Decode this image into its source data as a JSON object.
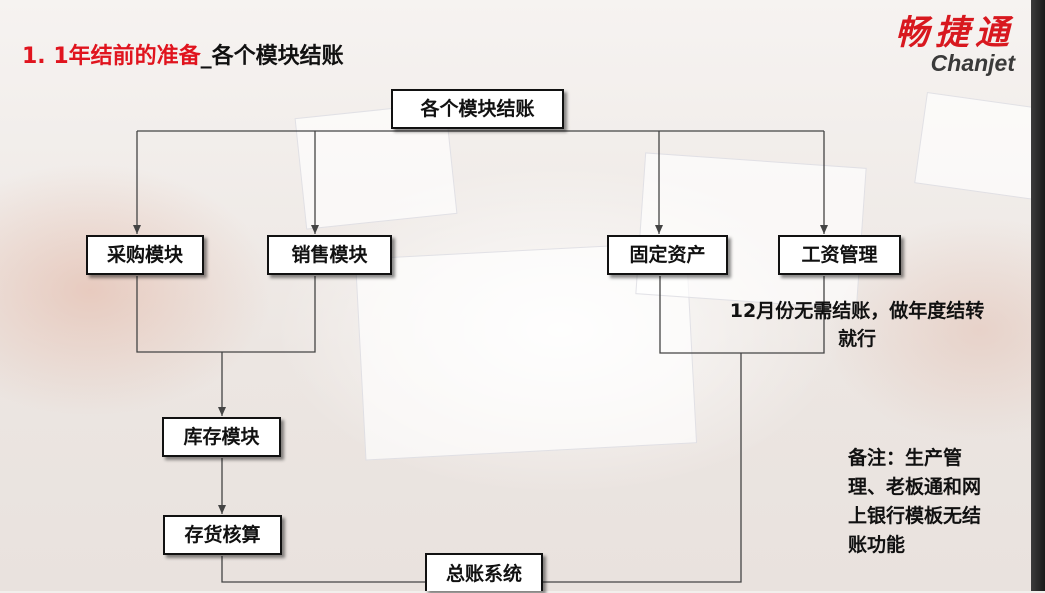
{
  "title": {
    "red_part": "1. 1年结前的准备",
    "dark_part": "_各个模块结账"
  },
  "logo": {
    "chinese": "畅捷通",
    "english": "Chanjet"
  },
  "nodes": {
    "root": "各个模块结账",
    "purchase": "采购模块",
    "sales": "销售模块",
    "fixed_assets": "固定资产",
    "payroll": "工资管理",
    "inventory": "库存模块",
    "inventory_accounting": "存货核算",
    "general_ledger": "总账系统"
  },
  "notes": {
    "year_end_line1": "12月份无需结账，做年度结转",
    "year_end_line2": "就行",
    "remark": "备注：生产管理、老板通和网上银行模板无结账功能"
  },
  "colors": {
    "title_red": "#e0141e",
    "logo_red": "#d8181f",
    "line": "#444444"
  }
}
